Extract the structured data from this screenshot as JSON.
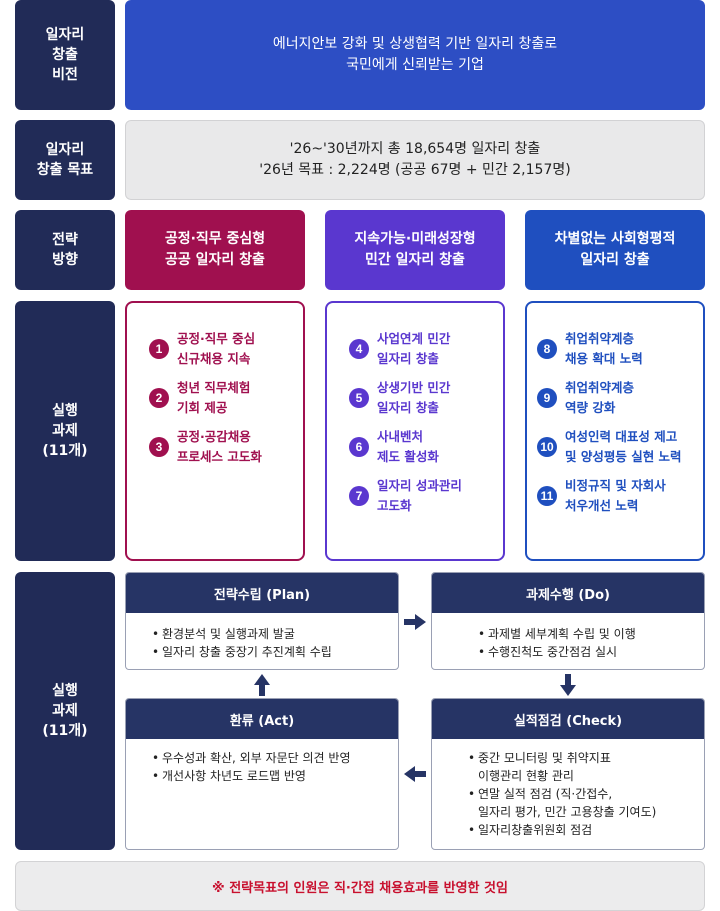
{
  "labels": {
    "vision": "일자리\n창출\n비전",
    "goal": "일자리\n창출 목표",
    "direction": "전략\n방향",
    "tasks": "실행\n과제\n(11개)",
    "cycle": "실행\n과제\n(11개)"
  },
  "vision_text": "에너지안보 강화 및 상생협력 기반 일자리 창출로\n국민에게 신뢰받는 기업",
  "goal_text": "'26~'30년까지 총 18,654명 일자리 창출\n'26년 목표 : 2,224명 (공공 67명 + 민간 2,157명)",
  "directions": [
    {
      "title": "공정·직무 중심형\n공공 일자리 창출",
      "color": "#a0104f"
    },
    {
      "title": "지속가능·미래성장형\n민간 일자리 창출",
      "color": "#5a37cf"
    },
    {
      "title": "차별없는 사회형평적\n일자리 창출",
      "color": "#1f4fbf"
    }
  ],
  "task_columns": [
    {
      "color": "#a0104f",
      "items": [
        {
          "num": "1",
          "text": "공정·직무 중심\n신규채용 지속"
        },
        {
          "num": "2",
          "text": "청년 직무체험\n기회 제공"
        },
        {
          "num": "3",
          "text": "공정·공감채용\n프로세스 고도화"
        }
      ]
    },
    {
      "color": "#5a37cf",
      "items": [
        {
          "num": "4",
          "text": "사업연계 민간\n일자리 창출"
        },
        {
          "num": "5",
          "text": "상생기반 민간\n일자리 창출"
        },
        {
          "num": "6",
          "text": "사내벤처\n제도 활성화"
        },
        {
          "num": "7",
          "text": "일자리 성과관리\n고도화"
        }
      ]
    },
    {
      "color": "#1f4fbf",
      "items": [
        {
          "num": "8",
          "text": "취업취약계층\n채용 확대 노력"
        },
        {
          "num": "9",
          "text": "취업취약계층\n역량 강화"
        },
        {
          "num": "10",
          "text": "여성인력 대표성 제고\n및 양성평등 실현 노력"
        },
        {
          "num": "11",
          "text": "비정규직 및 자회사\n처우개선 노력"
        }
      ]
    }
  ],
  "cycle": {
    "plan": {
      "title": "전략수립 (Plan)",
      "items": [
        "환경분석 및 실행과제 발굴",
        "일자리 창출 중장기 추진계획 수립"
      ]
    },
    "do": {
      "title": "과제수행 (Do)",
      "items": [
        "과제별 세부계획 수립 및 이행",
        "수행진척도 중간점검 실시"
      ]
    },
    "act": {
      "title": "환류 (Act)",
      "items": [
        "우수성과 확산, 외부 자문단 의견 반영",
        "개선사항 차년도 로드맵 반영"
      ]
    },
    "check": {
      "title": "실적점검 (Check)",
      "items": [
        "중간 모니터링 및 취약지표\n이행관리 현황 관리",
        "연말 실적 점검 (직·간접수,\n일자리 평가, 민간 고용창출 기여도)",
        "일자리창출위원회 점검"
      ]
    }
  },
  "note": "※ 전략목표의 인원은 직·간접 채용효과를 반영한 것임"
}
